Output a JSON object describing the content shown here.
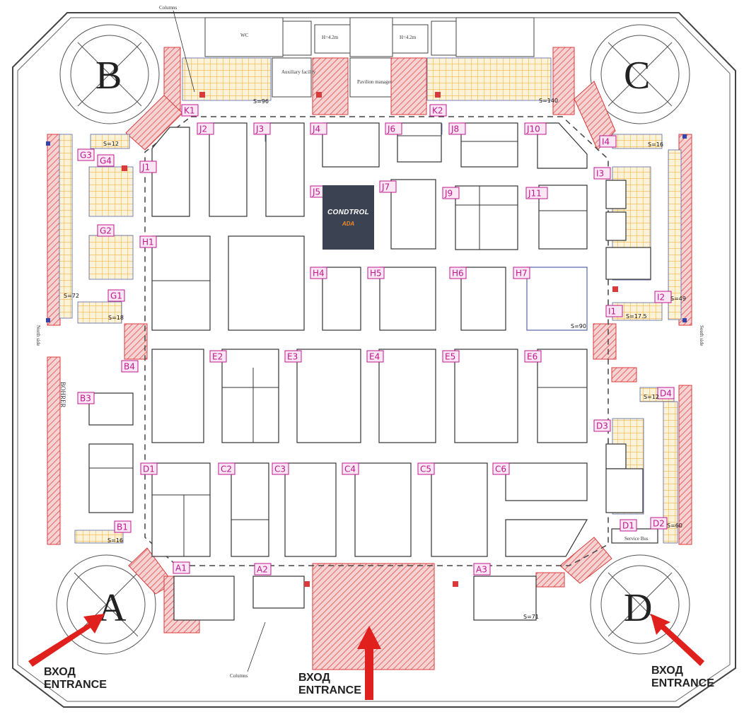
{
  "halls": {
    "A": "A",
    "B": "B",
    "C": "C",
    "D": "D"
  },
  "entrances": [
    {
      "id": "left",
      "line1": "ВХОД",
      "line2": "ENTRANCE"
    },
    {
      "id": "center",
      "line1": "ВХОД",
      "line2": "ENTRANCE"
    },
    {
      "id": "right",
      "line1": "ВХОД",
      "line2": "ENTRANCE"
    }
  ],
  "booths": [
    "A1",
    "A2",
    "A3",
    "B1",
    "B3",
    "B4",
    "C2",
    "C3",
    "C4",
    "C5",
    "C6",
    "D1",
    "D2",
    "D3",
    "D4",
    "D1b",
    "E2",
    "E3",
    "E4",
    "E5",
    "E6",
    "G1",
    "G2",
    "G3",
    "G4",
    "H1",
    "H4",
    "H5",
    "H6",
    "H7",
    "I1",
    "I2",
    "I3",
    "I4",
    "J1",
    "J2",
    "J3",
    "J4",
    "J5",
    "J6",
    "J7",
    "J8",
    "J9",
    "J10",
    "J11",
    "K1",
    "K2"
  ],
  "booth_names": {
    "D1b": "D1",
    "A1": "A1"
  },
  "areas": {
    "G1": "S=18",
    "G3": "S=12",
    "G4": "S=72",
    "K1": "S=96",
    "K2": "S=140",
    "I4": "S=16",
    "I1": "S=17.5",
    "I2": "S=49",
    "H7": "S=90",
    "D4": "S=12",
    "D2": "S=60",
    "B1": "S=16",
    "A3": "S=71"
  },
  "labels": {
    "columns_top": "Columns",
    "columns_bottom": "Columns",
    "wc": "WC",
    "auxiliary": "Auxiliary facility",
    "pavilion_manager": "Pavilion manager",
    "h1": "H=4.2m",
    "h2": "H=4.2m",
    "north": "North side",
    "south": "South side",
    "service": "Service Bus",
    "bohrer": "BOHRER"
  },
  "logo": {
    "brand": "CONDTROL",
    "sub": "ADA"
  },
  "colors": {
    "booth": "#c0178f",
    "hatch": "#e64a4a",
    "grid": "#f5b54a",
    "border": "#444"
  }
}
